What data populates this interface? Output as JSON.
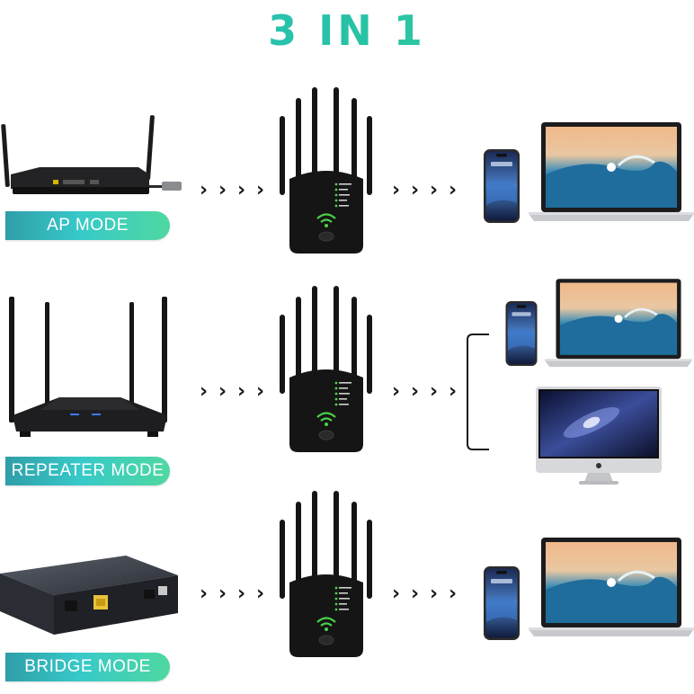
{
  "title": "3 IN 1",
  "modes": [
    {
      "label": "AP MODE"
    },
    {
      "label": "REPEATER MODE"
    },
    {
      "label": "BRIDGE MODE"
    }
  ],
  "arrow_glyph": "›",
  "colors": {
    "title_gradient_start": "#2ec4c9",
    "title_gradient_end": "#3fd48b",
    "pill_gradient_start": "#2f9ea8",
    "pill_gradient_end": "#4fd8a0",
    "device_black": "#151515"
  },
  "icons": [
    "router-icon",
    "extender-icon",
    "smartphone-icon",
    "laptop-icon",
    "desktop-monitor-icon",
    "modem-icon",
    "ethernet-cable-icon",
    "wifi-icon",
    "apple-logo-icon"
  ]
}
